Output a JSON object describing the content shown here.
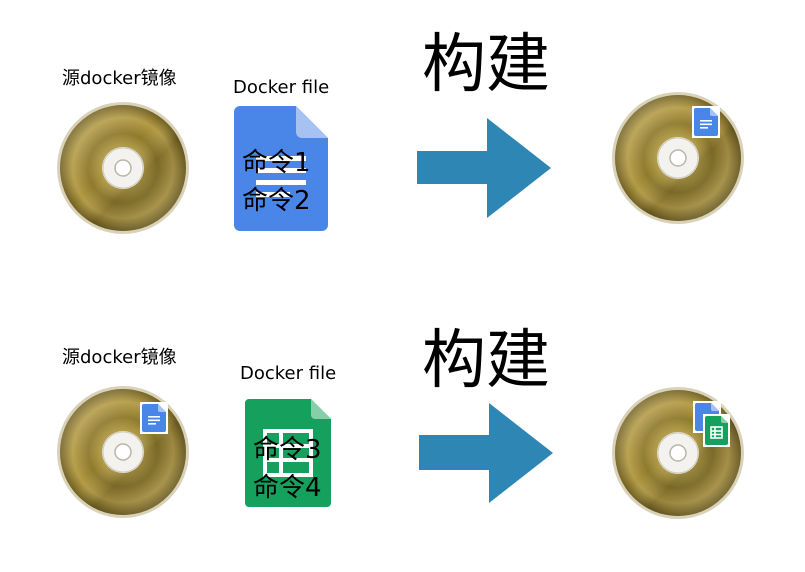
{
  "rows": [
    {
      "source_label": "源docker镜像",
      "dockerfile_label": "Docker file",
      "dockerfile_lines": [
        "命令1",
        "命令2"
      ],
      "dockerfile_color": "#4a86e8",
      "build_label": "构建",
      "source_badges": [],
      "result_badges": [
        "document-icon"
      ]
    },
    {
      "source_label": "源docker镜像",
      "dockerfile_label": "Docker file",
      "dockerfile_lines": [
        "命令3",
        "命令4"
      ],
      "dockerfile_color": "#16a05e",
      "build_label": "构建",
      "source_badges": [
        "document-icon"
      ],
      "result_badges": [
        "document-icon",
        "spreadsheet-icon"
      ]
    }
  ],
  "colors": {
    "arrow": "#2e86b5",
    "disc_gold": "#a8913c",
    "doc_blue": "#4a86e8",
    "sheet_green": "#16a05e"
  }
}
